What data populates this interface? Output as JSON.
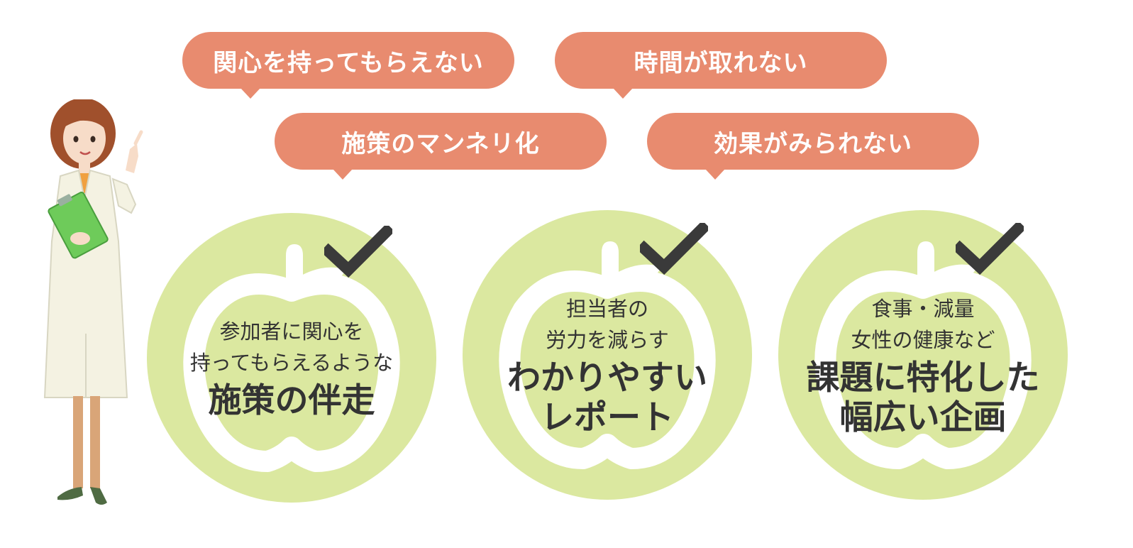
{
  "bubbles": [
    {
      "text": "関心を持ってもらえない"
    },
    {
      "text": "時間が取れない"
    },
    {
      "text": "施策のマンネリ化"
    },
    {
      "text": "効果がみられない"
    }
  ],
  "circles": [
    {
      "sub": [
        "参加者に関心を",
        "持ってもらえるような"
      ],
      "main": [
        "施策の伴走"
      ]
    },
    {
      "sub": [
        "担当者の",
        "労力を減らす"
      ],
      "main": [
        "わかりやすい",
        "レポート"
      ]
    },
    {
      "sub": [
        "食事・減量",
        "女性の健康など"
      ],
      "main": [
        "課題に特化した",
        "幅広い企画"
      ]
    }
  ],
  "colors": {
    "bubble": "#e88b6f",
    "circle": "#dbe8a0",
    "check": "#3a3a3a",
    "text": "#333333"
  },
  "icons": {
    "circle_background": "apple-icon",
    "circle_mark": "checkmark-icon",
    "illustration": "woman-with-clipboard"
  }
}
